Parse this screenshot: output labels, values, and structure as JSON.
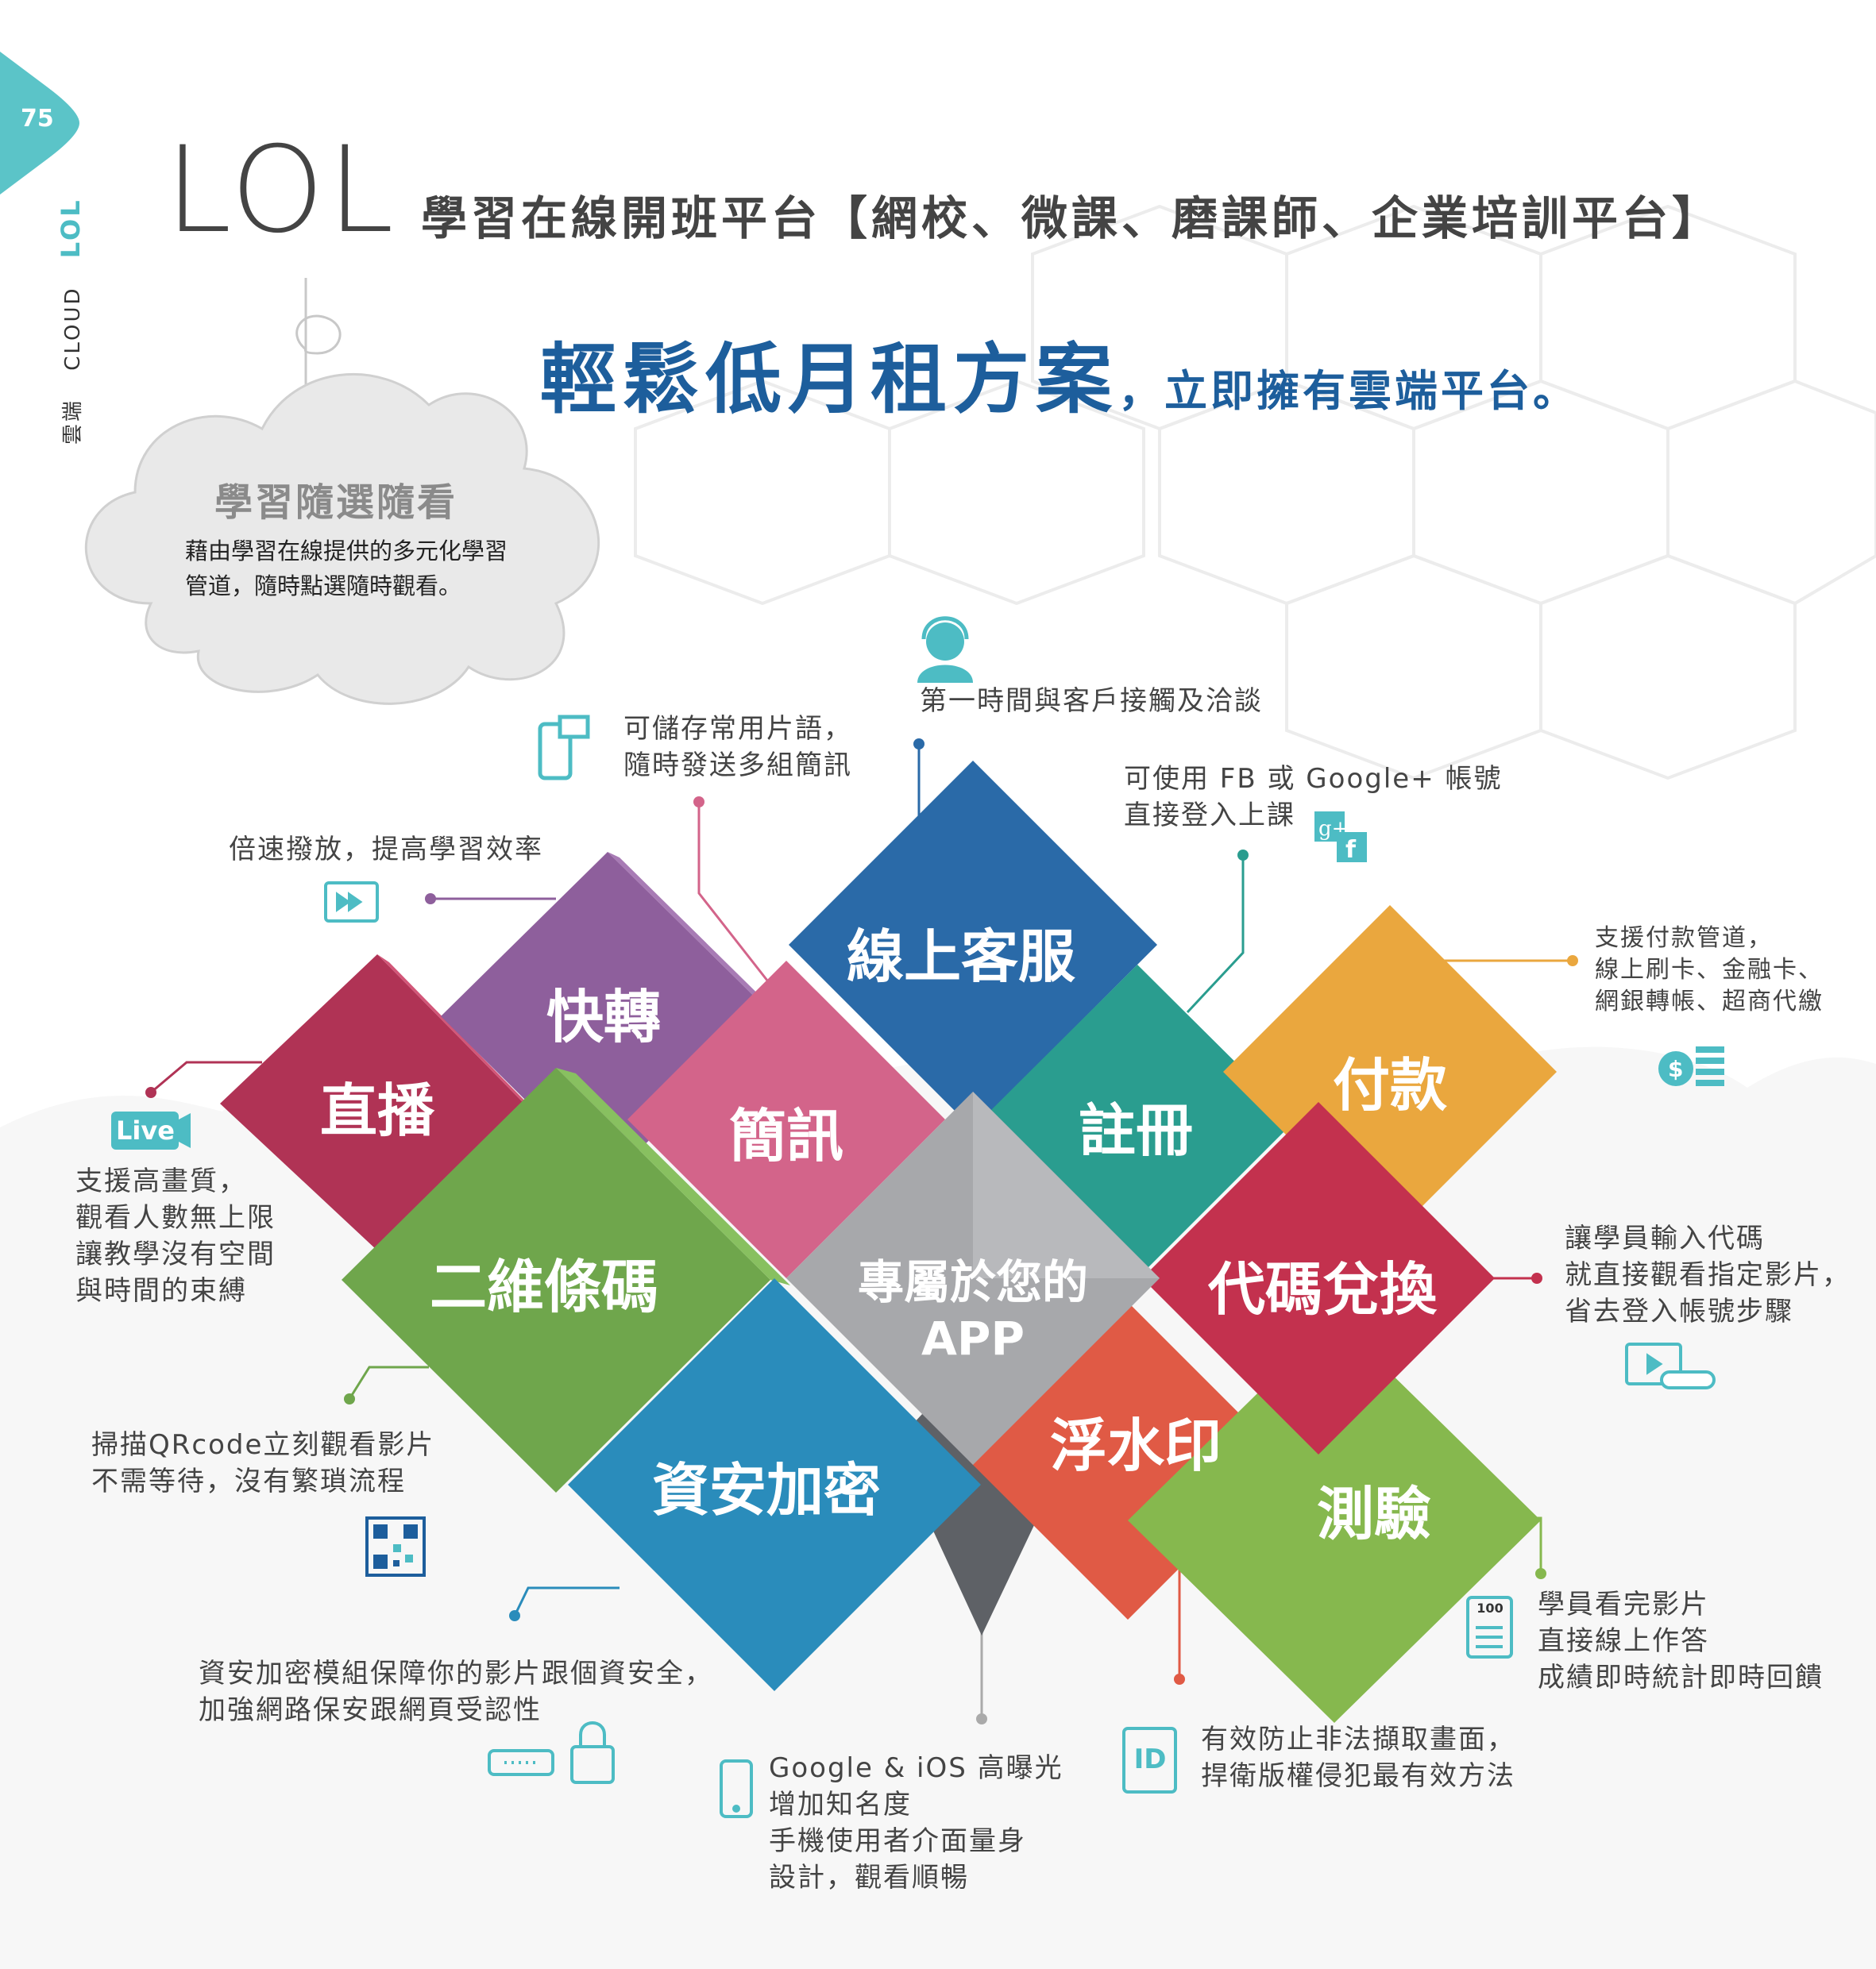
{
  "page_number": "75",
  "side_brand": {
    "section": "雲端",
    "category": "CLOUD",
    "brand": "LOL"
  },
  "title": {
    "lol": "LOL",
    "rest": "學習在線開班平台【網校、微課、磨課師、企業培訓平台】"
  },
  "headline": {
    "big": "輕鬆低月租方案",
    "small": "，立即擁有雲端平台。"
  },
  "cloud_note": {
    "title": "學習隨選隨看",
    "line1": "藉由學習在線提供的多元化學習",
    "line2": "管道，隨時點選隨時觀看。"
  },
  "tiles": {
    "live": "直播",
    "fast": "快轉",
    "sms": "簡訊",
    "service": "線上客服",
    "register": "註冊",
    "payment": "付款",
    "qrcode": "二維條碼",
    "center_line1": "專屬於您的",
    "center_line2": "APP",
    "redeem": "代碼兌換",
    "security": "資安加密",
    "watermark": "浮水印",
    "quiz": "測驗"
  },
  "labels": {
    "service": "第一時間與客戶接觸及洽談",
    "sms_1": "可儲存常用片語，",
    "sms_2": "隨時發送多組簡訊",
    "register_1": "可使用 FB 或 Google+ 帳號",
    "register_2": "直接登入上課",
    "fast": "倍速撥放，提高學習效率",
    "payment_1": "支援付款管道，",
    "payment_2": "線上刷卡、金融卡、",
    "payment_3": "網銀轉帳、超商代繳",
    "live_badge": "Live",
    "live_1": "支援高畫質，",
    "live_2": "觀看人數無上限",
    "live_3": "讓教學沒有空間",
    "live_4": "與時間的束縛",
    "redeem_1": "讓學員輸入代碼",
    "redeem_2": "就直接觀看指定影片，",
    "redeem_3": "省去登入帳號步驟",
    "qrcode_1": "掃描QRcode立刻觀看影片",
    "qrcode_2": "不需等待，沒有繁瑣流程",
    "quiz_icon": "100",
    "quiz_1": "學員看完影片",
    "quiz_2": "直接線上作答",
    "quiz_3": "成績即時統計即時回饋",
    "security_1": "資安加密模組保障你的影片跟個資安全，",
    "security_2": "加強網路保安跟網頁受認性",
    "watermark_icon": "ID",
    "watermark_1": "有效防止非法擷取畫面，",
    "watermark_2": "捍衛版權侵犯最有效方法",
    "app_1": "Google & iOS 高曝光",
    "app_2": "增加知名度",
    "app_3": "手機使用者介面量身",
    "app_4": "設計，觀看順暢"
  },
  "icons": [
    "headset-icon",
    "chat-phone-icon",
    "google-plus-icon",
    "facebook-icon",
    "video-fastforward-icon",
    "coins-icon",
    "live-camera-icon",
    "video-code-icon",
    "qrcode-icon",
    "checklist-icon",
    "lock-icon",
    "id-card-icon",
    "smartphone-icon"
  ],
  "colors": {
    "live": "#b03355",
    "fast": "#8e5f9c",
    "sms": "#d3648a",
    "service": "#2a6aa8",
    "register": "#2a9d8f",
    "payment": "#eaa73e",
    "qrcode": "#6fa64c",
    "center": "#a7a8ab",
    "redeem": "#c3314e",
    "security": "#2a8cbb",
    "watermark": "#e05a45",
    "quiz": "#86b84e",
    "accent": "#5bc4c8",
    "headline": "#1d5e9c"
  }
}
